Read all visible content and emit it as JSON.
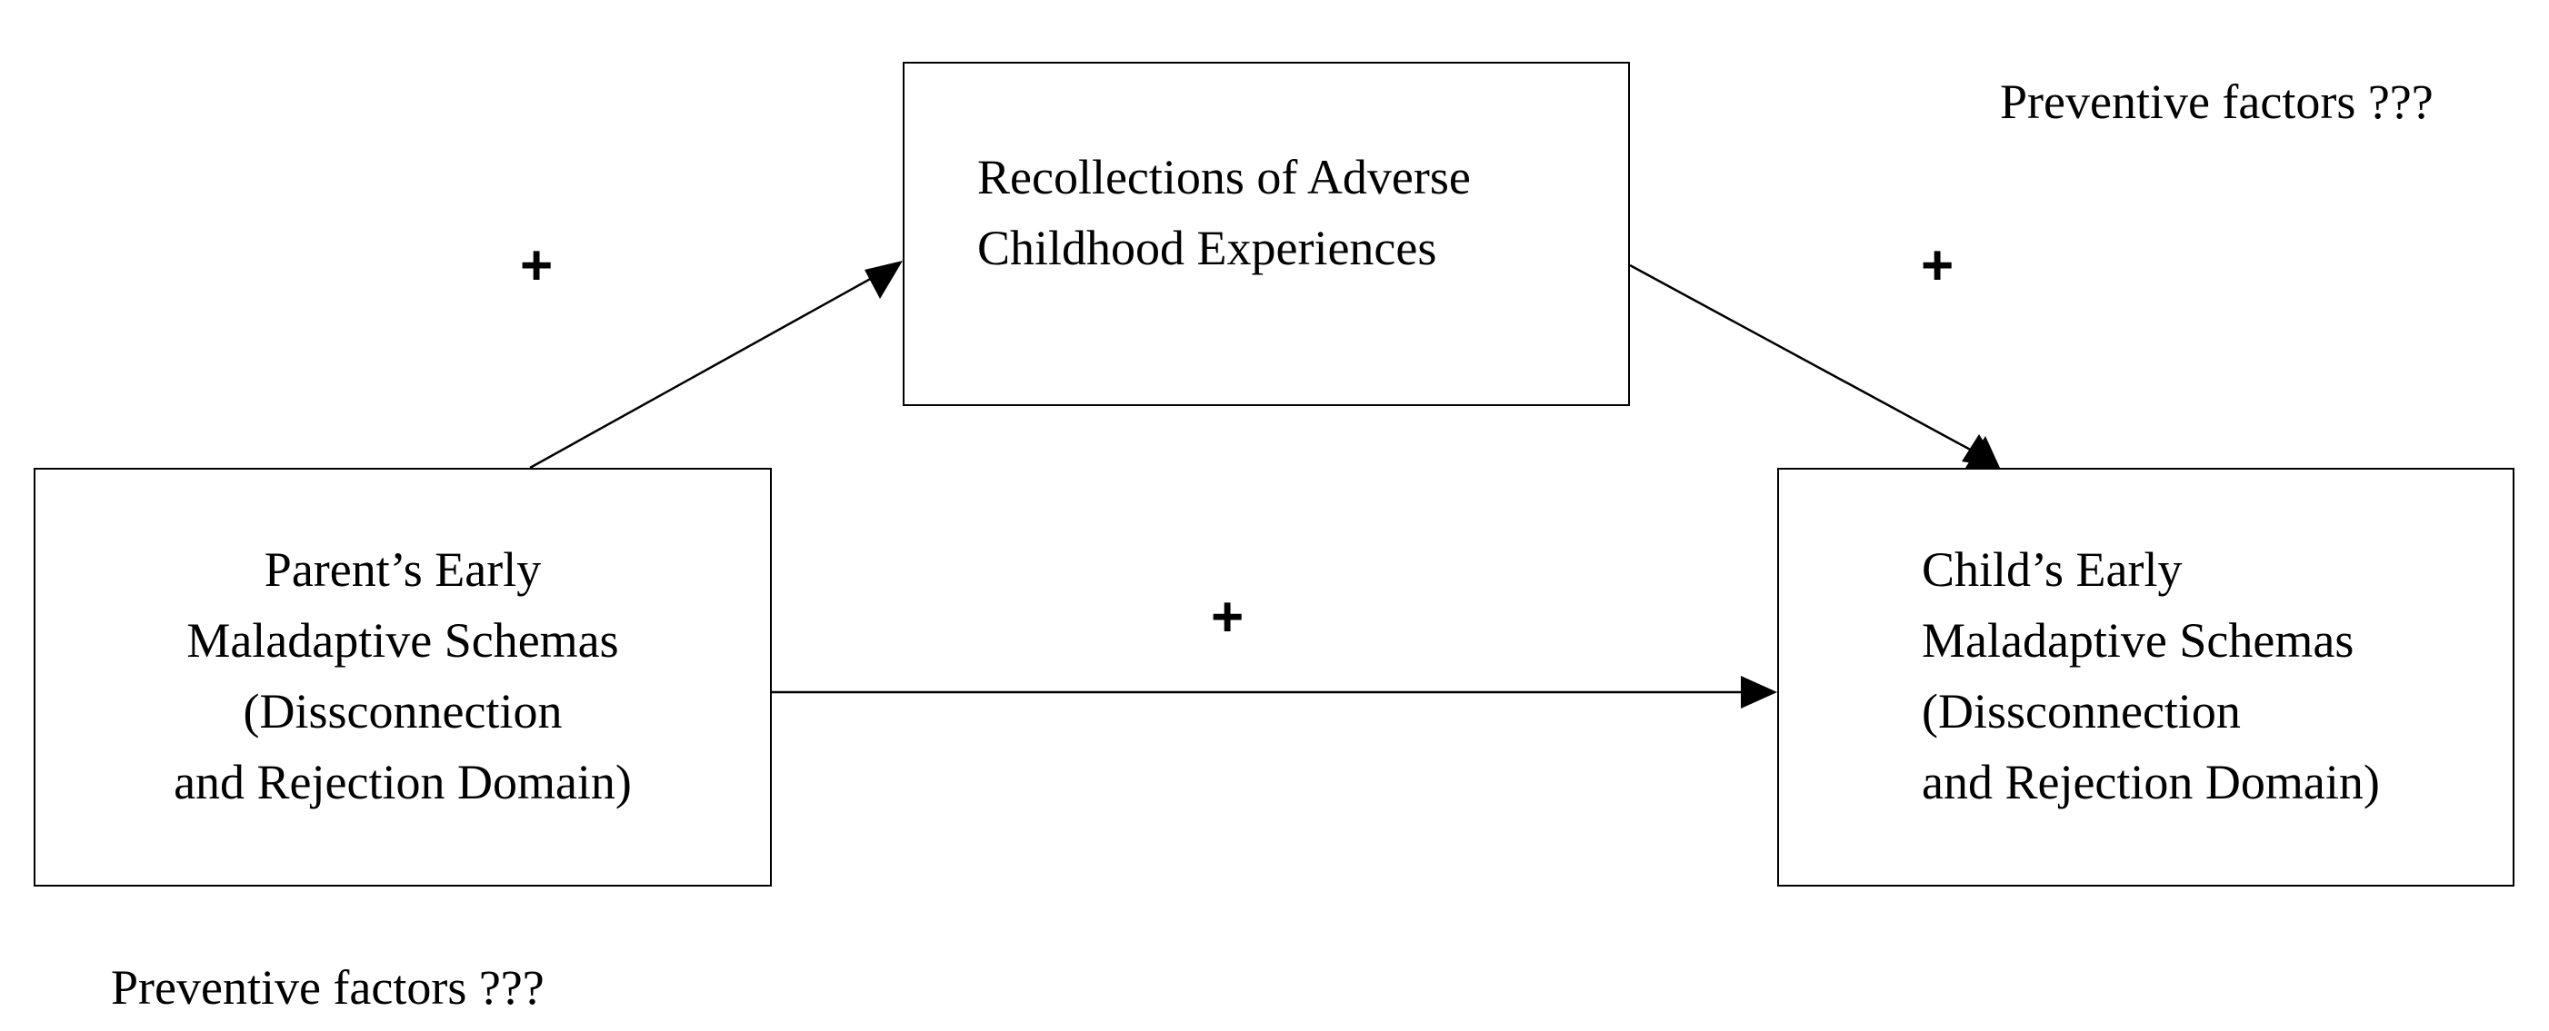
{
  "boxes": {
    "mediator": {
      "lines": [
        "Recollections of Adverse",
        "Childhood Experiences"
      ]
    },
    "parent": {
      "lines": [
        "Parent’s Early",
        "Maladaptive Schemas",
        "(Dissconnection",
        "and Rejection Domain)"
      ]
    },
    "child": {
      "lines": [
        "Child’s Early",
        "Maladaptive Schemas",
        "(Dissconnection",
        "and Rejection Domain)"
      ]
    }
  },
  "edge_signs": {
    "parent_to_mediator": "+",
    "mediator_to_child": "+",
    "parent_to_child": "+"
  },
  "notes": {
    "top_right": "Preventive factors ???",
    "bottom_left": "Preventive factors ???"
  }
}
